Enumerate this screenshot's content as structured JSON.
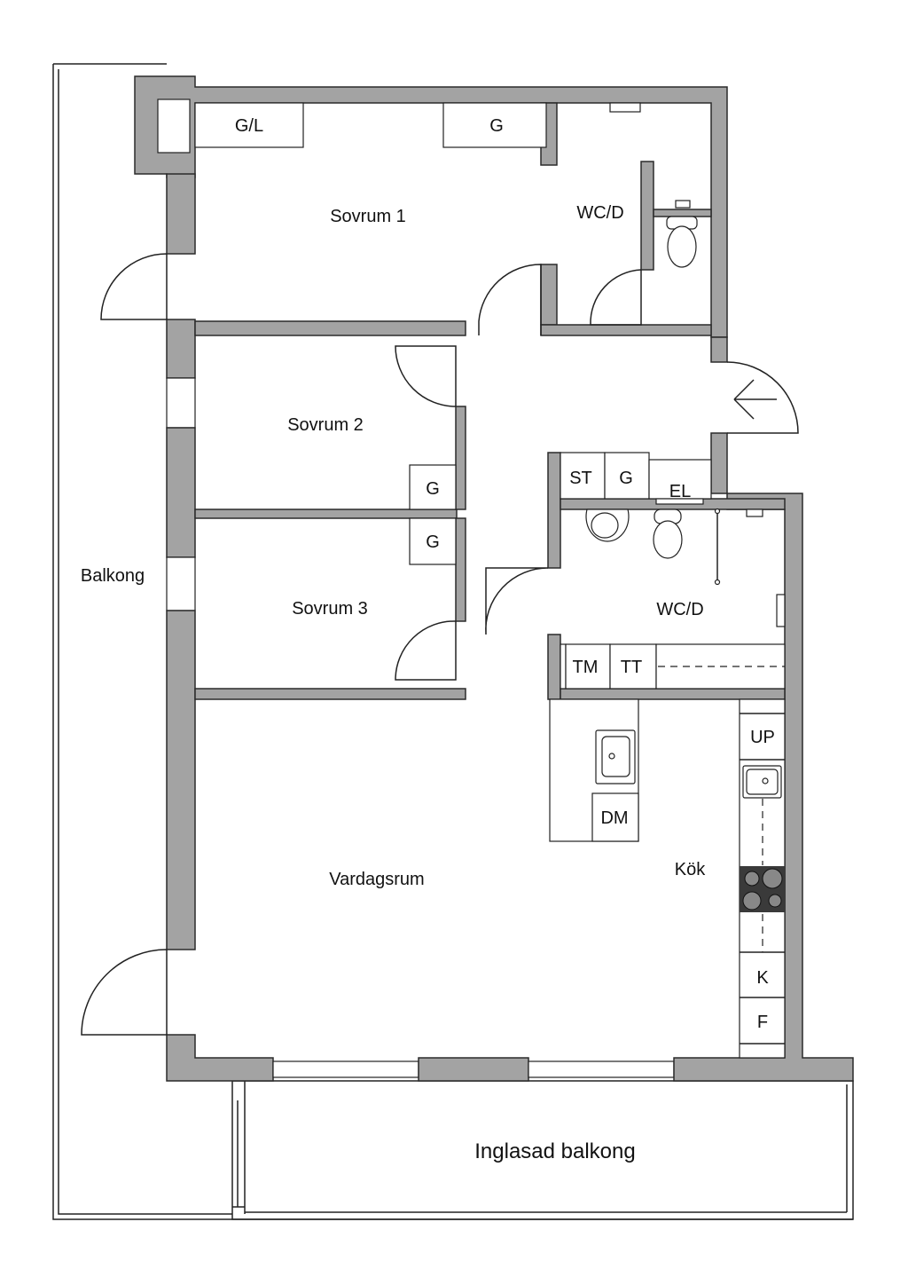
{
  "rooms": {
    "sovrum1": "Sovrum 1",
    "sovrum2": "Sovrum 2",
    "sovrum3": "Sovrum 3",
    "wc1": "WC/D",
    "wc2": "WC/D",
    "vardagsrum": "Vardagsrum",
    "kok": "Kök",
    "balkong": "Balkong",
    "inglasad": "Inglasad balkong"
  },
  "fixtures": {
    "gl": "G/L",
    "g1": "G",
    "g2": "G",
    "g3": "G",
    "g4": "G",
    "st": "ST",
    "el": "EL",
    "tm": "TM",
    "tt": "TT",
    "dm": "DM",
    "up": "UP",
    "k": "K",
    "f": "F"
  },
  "colors": {
    "wall": "#a3a3a3"
  }
}
